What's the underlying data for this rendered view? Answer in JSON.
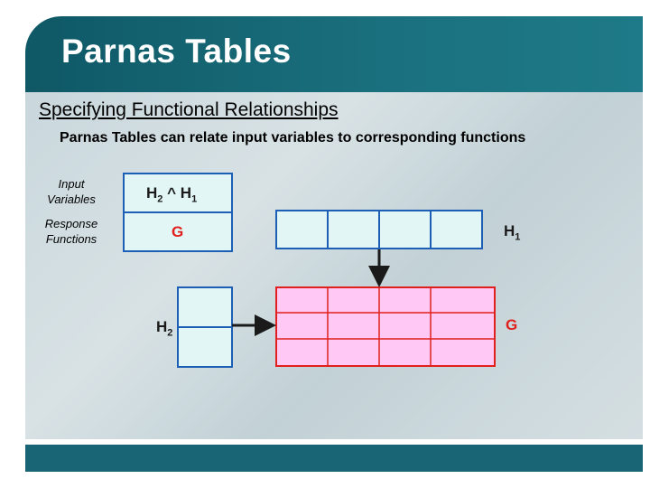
{
  "slide": {
    "title": "Parnas Tables",
    "subtitle": "Specifying Functional Relationships",
    "description": "Parnas Tables can relate input variables to corresponding functions"
  },
  "labels": {
    "input_variables": [
      "Input",
      "Variables"
    ],
    "response_functions": [
      "Response",
      "Functions"
    ]
  },
  "diagram": {
    "header_expr": {
      "a": "H",
      "a_sub": "2",
      "op": " ^ ",
      "b": "H",
      "b_sub": "1"
    },
    "g_left": "G",
    "h1_label": {
      "base": "H",
      "sub": "1"
    },
    "h2_label": {
      "base": "H",
      "sub": "2"
    },
    "g_right": "G",
    "colors": {
      "blue_border": "#1c5fb4",
      "cell_fill": "#e2f6f6",
      "grid_border": "#e0201c",
      "grid_fill": "#ffc8f5",
      "red_text": "#e0201c"
    }
  }
}
